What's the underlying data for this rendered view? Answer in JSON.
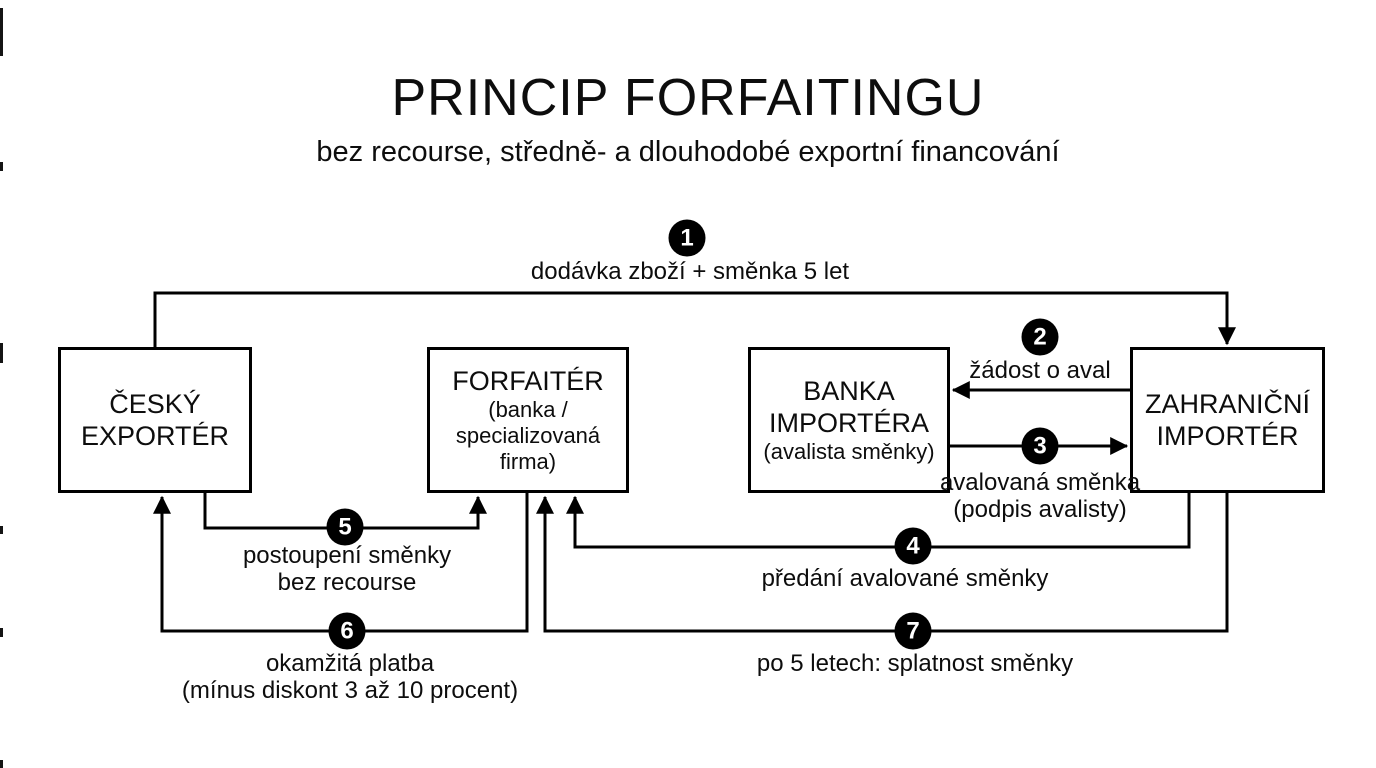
{
  "title": "PRINCIP FORFAITINGU",
  "subtitle": "bez recourse, středně- a dlouhodobé exportní financování",
  "colors": {
    "line": "#000000",
    "text": "#0d0d0d",
    "background": "#ffffff",
    "step_badge_fill": "#000000",
    "step_badge_number": "#ffffff"
  },
  "entities": {
    "exporter": {
      "name": "ČESKÝ\nEXPORTÉR"
    },
    "forfaiter": {
      "name": "FORFAITÉR",
      "detail": "(banka /\nspecializovaná\nfirma)"
    },
    "importer_bank": {
      "name": "BANKA\nIMPORTÉRA",
      "detail": "(avalista směnky)"
    },
    "importer": {
      "name": "ZAHRANIČNÍ\nIMPORTÉR"
    }
  },
  "steps": [
    {
      "number": "1",
      "label": "dodávka zboží + směnka 5 let",
      "from": "ČESKÝ EXPORTÉR",
      "to": "ZAHRANIČNÍ IMPORTÉR"
    },
    {
      "number": "2",
      "label": "žádost o aval",
      "from": "ZAHRANIČNÍ IMPORTÉR",
      "to": "BANKA IMPORTÉRA"
    },
    {
      "number": "3",
      "label": "avalovaná směnka\n(podpis avalisty)",
      "from": "BANKA IMPORTÉRA",
      "to": "ZAHRANIČNÍ IMPORTÉR"
    },
    {
      "number": "4",
      "label": "předání avalované směnky",
      "from": "ZAHRANIČNÍ IMPORTÉR",
      "to": "FORFAITÉR"
    },
    {
      "number": "5",
      "label": "postoupení směnky\nbez recourse",
      "from": "ČESKÝ EXPORTÉR",
      "to": "FORFAITÉR"
    },
    {
      "number": "6",
      "label": "okamžitá platba\n(mínus diskont 3 až 10 procent)",
      "from": "FORFAITÉR",
      "to": "ČESKÝ EXPORTÉR"
    },
    {
      "number": "7",
      "label": "po 5 letech: splatnost směnky",
      "from": "ZAHRANIČNÍ IMPORTÉR",
      "to": "FORFAITÉR"
    }
  ]
}
